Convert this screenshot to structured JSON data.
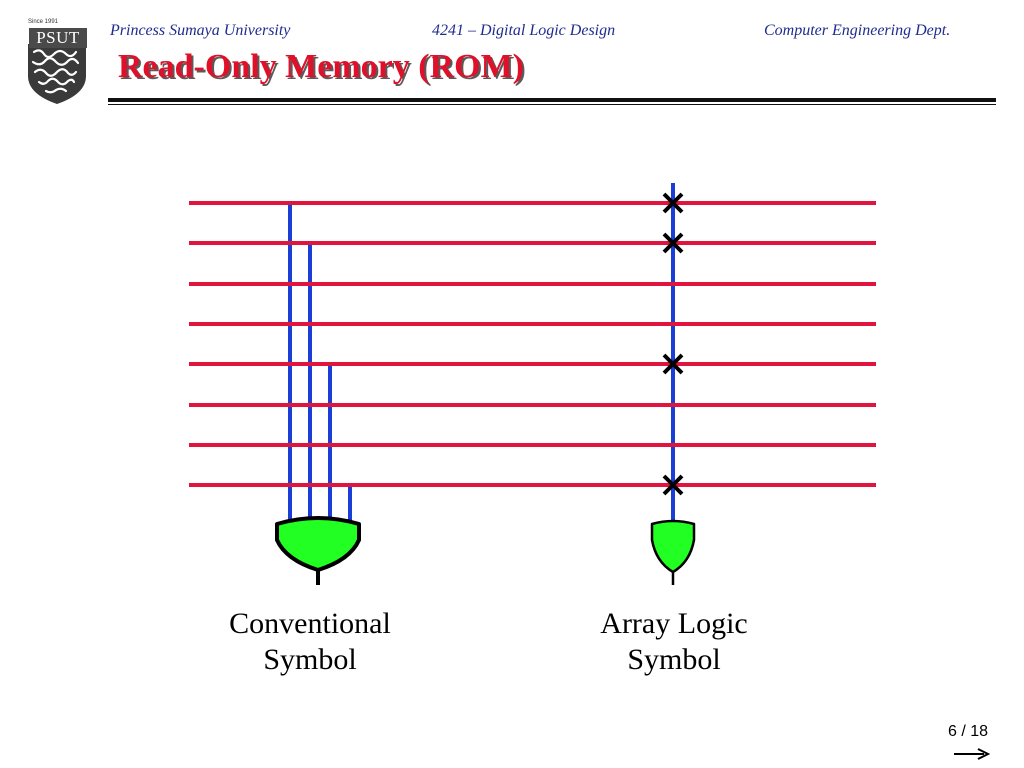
{
  "header": {
    "university": "Princess Sumaya University",
    "course": "4241 – Digital Logic Design",
    "department": "Computer Engineering Dept."
  },
  "logo": {
    "since": "Since 1991",
    "name": "PSUT"
  },
  "slide": {
    "title": "Read-Only Memory (ROM)"
  },
  "diagram": {
    "input_line_count": 8,
    "conventional_label_line1": "Conventional",
    "conventional_label_line2": "Symbol",
    "array_label_line1": "Array Logic",
    "array_label_line2": "Symbol",
    "fuse_connected_rows": [
      1,
      2,
      5,
      8
    ],
    "colors": {
      "input_line": "#e0143c",
      "gate_line": "#1a3fd6",
      "gate_fill": "#22ff22",
      "fuse_mark": "#000000"
    }
  },
  "footer": {
    "page": "6 / 18"
  },
  "icons": [
    "psut-logo",
    "cross-fuse-icon",
    "next-arrow-icon"
  ]
}
